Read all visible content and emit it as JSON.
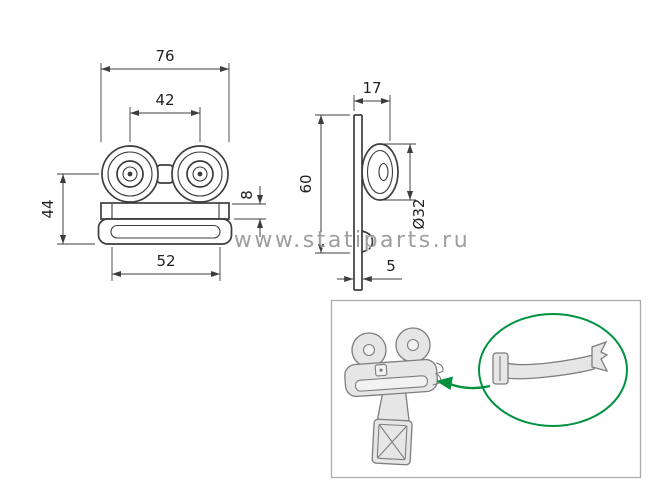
{
  "watermark": "www.statiparts.ru",
  "front_view": {
    "dims": {
      "overall_width": "76",
      "wheel_spacing": "42",
      "overall_height": "44",
      "plate_height": "8",
      "slot_width": "52"
    }
  },
  "side_view": {
    "dims": {
      "head_width": "17",
      "body_height": "60",
      "wheel_diameter": "Ø32",
      "strap_thickness": "5"
    }
  },
  "colors": {
    "line": "#3d3d3d",
    "accent_green": "#00923f",
    "watermark_gray": "#8e8e8e",
    "watermark_highlight": "#ffffff",
    "box_border": "#ababab",
    "illustration_fill": "#e6e6e6",
    "illustration_stroke": "#7d7d7d"
  }
}
